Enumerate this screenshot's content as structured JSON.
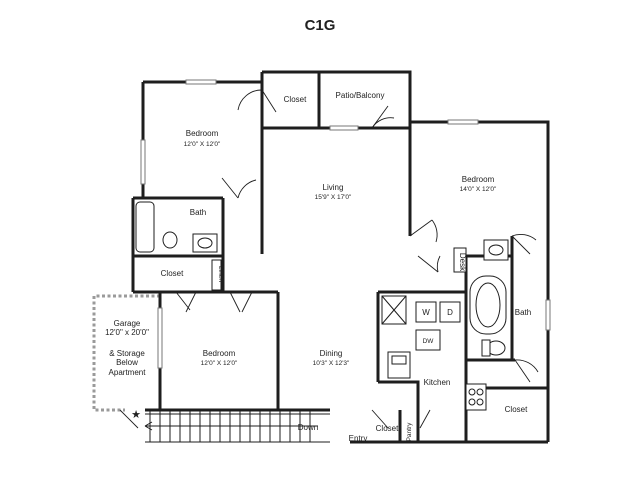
{
  "title": "C1G",
  "rooms": {
    "closet_top": "Closet",
    "patio": "Patio/Balcony",
    "bedroom_nw": "Bedroom",
    "bedroom_nw_dim": "12'0\" X 12'0\"",
    "living": "Living",
    "living_dim": "15'9\" X 17'0\"",
    "bedroom_e": "Bedroom",
    "bedroom_e_dim": "14'0\" X 12'0\"",
    "bath_w": "Bath",
    "closet_w": "Closet",
    "linen": "Linen",
    "desk": "Desk",
    "bath_e": "Bath",
    "garage_1": "Garage",
    "garage_2": "12'0\" x 20'0\"",
    "garage_3": "& Storage",
    "garage_4": "Below",
    "garage_5": "Apartment",
    "bedroom_sw": "Bedroom",
    "bedroom_sw_dim": "12'0\" X 12'0\"",
    "dining": "Dining",
    "dining_dim": "10'3\" X 12'3\"",
    "kitchen": "Kitchen",
    "dw": "DW",
    "washer": "W",
    "dryer": "D",
    "closet_e": "Closet",
    "down": "Down",
    "entry": "Entry",
    "closet_entry": "Closet",
    "pantry": "Pantry",
    "star": "★"
  }
}
